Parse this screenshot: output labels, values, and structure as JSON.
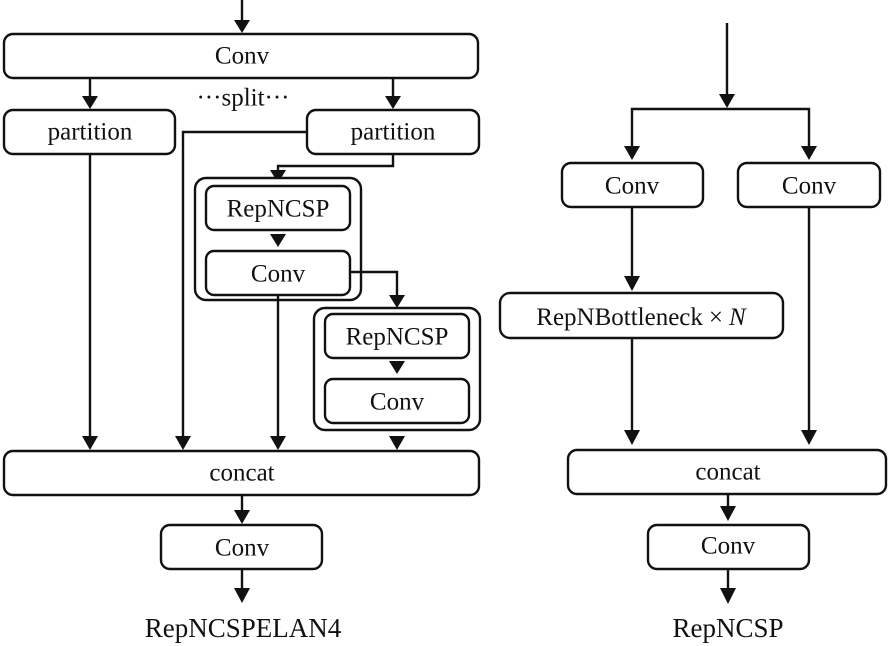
{
  "diagram": {
    "left": {
      "title": "RepNCSPELAN4",
      "nodes": {
        "conv_top": "Conv",
        "split": "···split···",
        "partition_left": "partition",
        "partition_right": "partition",
        "repncsp_1": "RepNCSP",
        "conv_1": "Conv",
        "repncsp_2": "RepNCSP",
        "conv_2": "Conv",
        "concat": "concat",
        "conv_out": "Conv"
      }
    },
    "right": {
      "title": "RepNCSP",
      "nodes": {
        "conv_left": "Conv",
        "conv_right": "Conv",
        "bottleneck": "RepNBottleneck",
        "bottleneck_times": "×",
        "bottleneck_n": "N",
        "concat": "concat",
        "conv_out": "Conv"
      }
    },
    "colors": {
      "stroke": "#111111",
      "background": "#ffffff"
    }
  }
}
